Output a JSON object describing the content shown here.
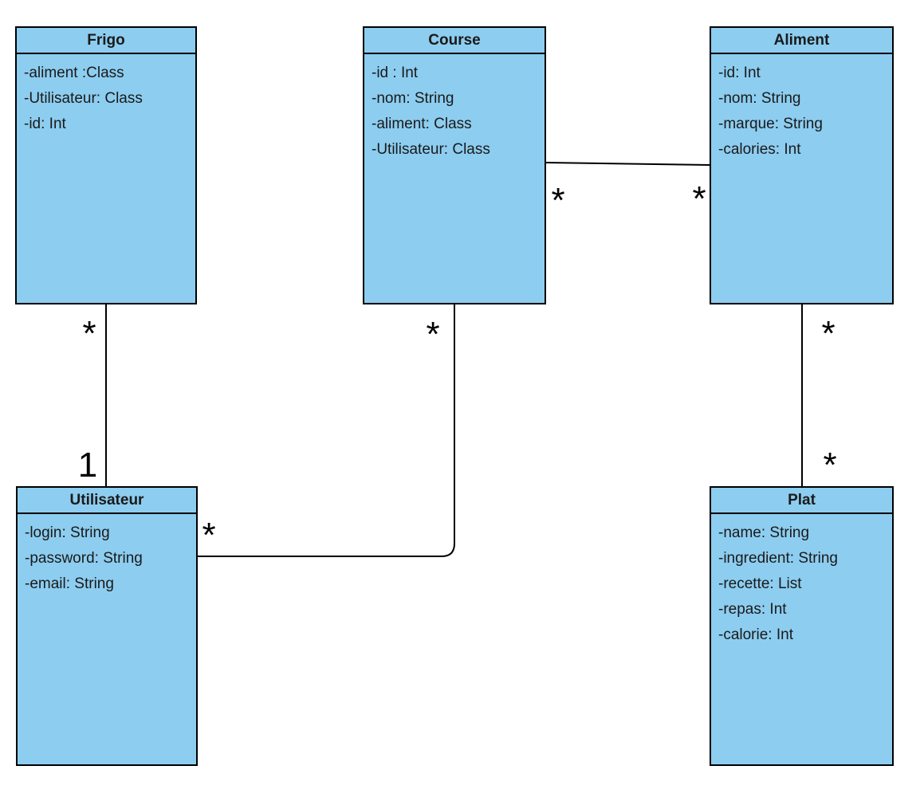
{
  "diagram": {
    "type": "uml-class-diagram",
    "colors": {
      "box_fill": "#8DCDF0",
      "box_border": "#000000",
      "text": "#1a1a1a",
      "background": "#ffffff",
      "line": "#000000"
    },
    "classes": [
      {
        "name": "Frigo",
        "attributes": [
          "-aliment :Class",
          "-Utilisateur: Class",
          "-id: Int"
        ]
      },
      {
        "name": "Course",
        "attributes": [
          "-id : Int",
          "-nom: String",
          "-aliment: Class",
          "-Utilisateur: Class"
        ]
      },
      {
        "name": "Aliment",
        "attributes": [
          "-id: Int",
          "-nom: String",
          "-marque: String",
          "-calories: Int"
        ]
      },
      {
        "name": "Utilisateur",
        "attributes": [
          "-login: String",
          "-password: String",
          "-email: String"
        ]
      },
      {
        "name": "Plat",
        "attributes": [
          "-name: String",
          "-ingredient: String",
          "-recette: List",
          "-repas: Int",
          "-calorie: Int"
        ]
      }
    ],
    "associations": [
      {
        "from": "Frigo",
        "to": "Utilisateur",
        "from_multiplicity": "*",
        "to_multiplicity": "1"
      },
      {
        "from": "Course",
        "to": "Aliment",
        "from_multiplicity": "*",
        "to_multiplicity": "*"
      },
      {
        "from": "Course",
        "to": "Utilisateur",
        "from_multiplicity": "*",
        "to_multiplicity": "*"
      },
      {
        "from": "Aliment",
        "to": "Plat",
        "from_multiplicity": "*",
        "to_multiplicity": "*"
      }
    ]
  }
}
